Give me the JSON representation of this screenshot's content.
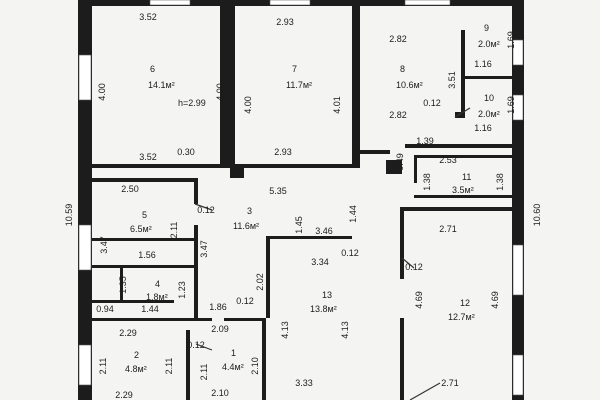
{
  "plan": {
    "height_note": "h=2.99",
    "exterior_dims": {
      "left": "10.59",
      "right": "10.60"
    },
    "rooms": [
      {
        "id": "room-6",
        "num": "6",
        "area": "14.1м²"
      },
      {
        "id": "room-7",
        "num": "7",
        "area": "11.7м²"
      },
      {
        "id": "room-8",
        "num": "8",
        "area": "10.6м²"
      },
      {
        "id": "room-9",
        "num": "9",
        "area": "2.0м²"
      },
      {
        "id": "room-10",
        "num": "10",
        "area": "2.0м²"
      },
      {
        "id": "room-11",
        "num": "11",
        "area": "3.5м²"
      },
      {
        "id": "room-5",
        "num": "5",
        "area": "6.5м²"
      },
      {
        "id": "room-3",
        "num": "3",
        "area": "11.6м²"
      },
      {
        "id": "room-4",
        "num": "4",
        "area": "1.8м²"
      },
      {
        "id": "room-13",
        "num": "13",
        "area": "13.8м²"
      },
      {
        "id": "room-12",
        "num": "12",
        "area": "12.7м²"
      },
      {
        "id": "room-2",
        "num": "2",
        "area": "4.8м²"
      },
      {
        "id": "room-1",
        "num": "1",
        "area": "4.4м²"
      }
    ],
    "dimensions": [
      "3.52",
      "2.93",
      "1.69",
      "2.82",
      "1.16",
      "4.00",
      "4.00",
      "3.51",
      "4.00",
      "4.01",
      "1.69",
      "0.12",
      "2.82",
      "1.16",
      "1.39",
      "3.52",
      "0.30",
      "2.93",
      "0.49",
      "2.53",
      "5.35",
      "1.38",
      "1.38",
      "2.50",
      "1.44",
      "0.12",
      "1.45",
      "2.11",
      "3.47",
      "2.71",
      "3.46",
      "0.12",
      "3.47",
      "1.56",
      "3.34",
      "0.12",
      "2.02",
      "1.35",
      "1.23",
      "4.69",
      "4.69",
      "0.94",
      "1.44",
      "1.86",
      "0.12",
      "2.29",
      "2.09",
      "4.13",
      "4.13",
      "0.12",
      "2.11",
      "2.11",
      "2.10",
      "2.11",
      "3.33",
      "2.71",
      "2.10",
      "2.29"
    ],
    "colors": {
      "paper": "#f4f4f2",
      "ink": "#1c1c1c",
      "window": "#ffffff"
    }
  }
}
